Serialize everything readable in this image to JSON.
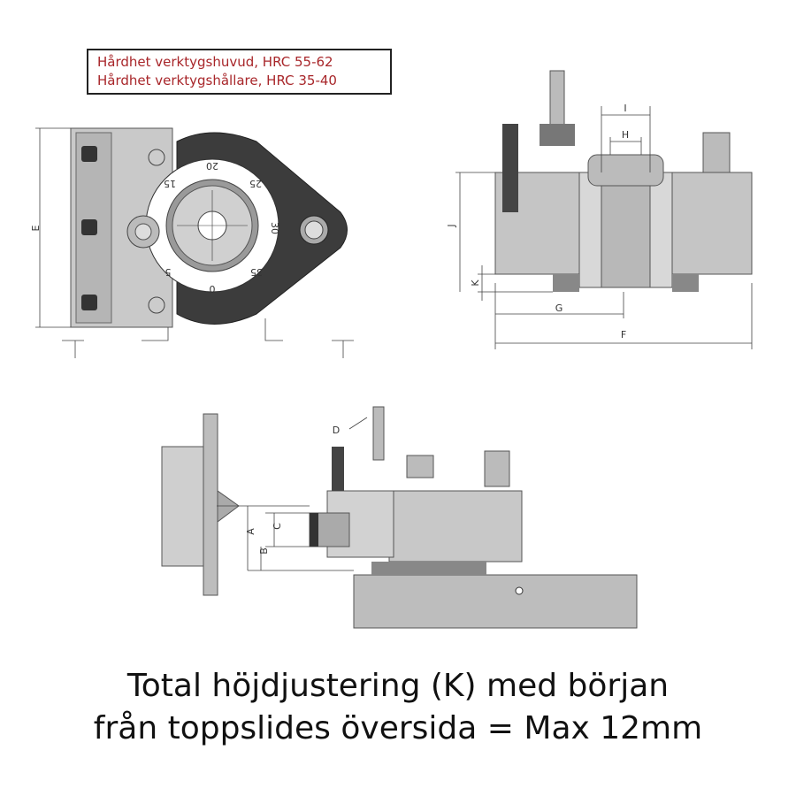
{
  "hardness_note": {
    "line1": "Hårdhet verktygshuvud, HRC 55-62",
    "line2": "Hårdhet verktygshållare, HRC 35-40",
    "color": "#a8262a"
  },
  "top_view": {
    "dimension_labels": {
      "E": "E"
    },
    "dial_numbers": [
      "0",
      "5",
      "15",
      "20",
      "25",
      "30",
      "35"
    ]
  },
  "side_view": {
    "dimension_labels": {
      "I": "I",
      "H": "H",
      "J": "J",
      "K": "K",
      "G": "G",
      "F": "F"
    }
  },
  "front_view": {
    "dimension_labels": {
      "D": "D",
      "A": "A",
      "B": "B",
      "C": "C"
    }
  },
  "caption": {
    "line1": "Total höjdjustering (K) med början",
    "line2": "från toppslides översida = Max 12mm"
  }
}
